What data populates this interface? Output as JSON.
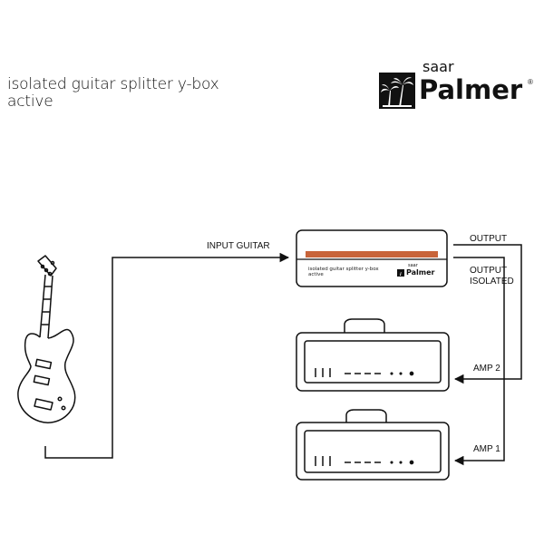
{
  "title": {
    "line1": "isolated guitar splitter y-box",
    "line2": "active"
  },
  "brand": {
    "small": "saar",
    "name": "Palmer",
    "registered": "®"
  },
  "labels": {
    "input_guitar": "INPUT GUITAR",
    "output": "OUTPUT",
    "output_isolated_line1": "OUTPUT",
    "output_isolated_line2": "ISOLATED",
    "amp2": "AMP 2",
    "amp1": "AMP 1"
  },
  "device": {
    "text_line1": "isolated guitar splitter y-box",
    "text_line2": "active",
    "brand_small": "saar",
    "brand_name": "Palmer",
    "stripe_color": "#c8643a"
  }
}
